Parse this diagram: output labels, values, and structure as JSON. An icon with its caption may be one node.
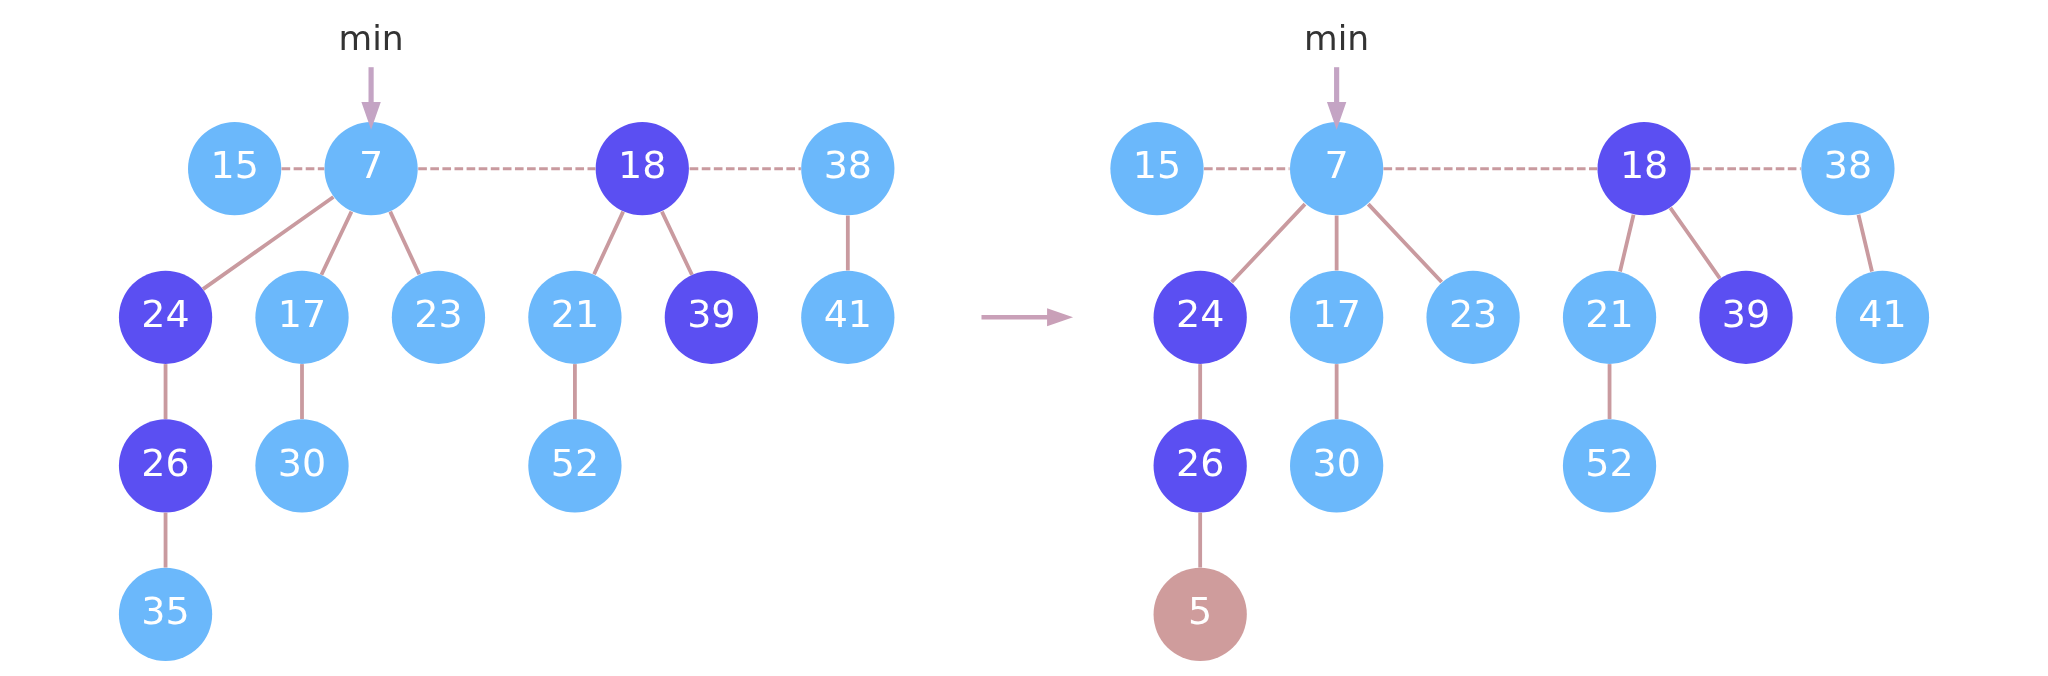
{
  "diagram": {
    "nodes": [
      {
        "text": [
          "min"
        ]
      },
      {
        "text": [
          "15"
        ]
      },
      {
        "text": [
          "7"
        ]
      },
      {
        "text": [
          "18"
        ]
      },
      {
        "text": [
          "38"
        ]
      },
      {
        "text": [
          "24"
        ]
      },
      {
        "text": [
          "17"
        ]
      },
      {
        "text": [
          "23"
        ]
      },
      {
        "text": [
          "21"
        ]
      },
      {
        "text": [
          "39"
        ]
      },
      {
        "text": [
          "41"
        ]
      },
      {
        "text": [
          "26"
        ]
      },
      {
        "text": [
          "30"
        ]
      },
      {
        "text": [
          "52"
        ]
      },
      {
        "text": [
          "35"
        ]
      },
      {
        "text": [
          "min"
        ]
      },
      {
        "text": [
          "15"
        ]
      },
      {
        "text": [
          "7"
        ]
      },
      {
        "text": [
          "18"
        ]
      },
      {
        "text": [
          "38"
        ]
      },
      {
        "text": [
          "24"
        ]
      },
      {
        "text": [
          "17"
        ]
      },
      {
        "text": [
          "23"
        ]
      },
      {
        "text": [
          "21"
        ]
      },
      {
        "text": [
          "39"
        ]
      },
      {
        "text": [
          "41"
        ]
      },
      {
        "text": [
          "26"
        ]
      },
      {
        "text": [
          "30"
        ]
      },
      {
        "text": [
          "52"
        ]
      },
      {
        "text": [
          "5"
        ]
      }
    ],
    "edges": [
      {
        "from": 0,
        "to": 2,
        "arrow": "to",
        "color": "#c4a4c4"
      },
      {
        "from": 1,
        "to": 2,
        "arrow": "none",
        "style": "dashed"
      },
      {
        "from": 2,
        "to": 3,
        "arrow": "none",
        "style": "dashed"
      },
      {
        "from": 3,
        "to": 4,
        "arrow": "none",
        "style": "dashed"
      },
      {
        "from": 2,
        "to": 5,
        "arrow": "none"
      },
      {
        "from": 2,
        "to": 6,
        "arrow": "none"
      },
      {
        "from": 2,
        "to": 7,
        "arrow": "none"
      },
      {
        "from": 3,
        "to": 8,
        "arrow": "none"
      },
      {
        "from": 3,
        "to": 9,
        "arrow": "none"
      },
      {
        "from": 4,
        "to": 10,
        "arrow": "none"
      },
      {
        "from": 5,
        "to": 11,
        "arrow": "none"
      },
      {
        "from": 6,
        "to": 12,
        "arrow": "none"
      },
      {
        "from": 8,
        "to": 13,
        "arrow": "none"
      },
      {
        "from": 11,
        "to": 14,
        "arrow": "none"
      },
      {
        "from": 15,
        "to": 17,
        "arrow": "to",
        "color": "#c4a4c4"
      },
      {
        "from": 16,
        "to": 17,
        "arrow": "none",
        "style": "dashed"
      },
      {
        "from": 17,
        "to": 18,
        "arrow": "none",
        "style": "dashed"
      },
      {
        "from": 18,
        "to": 19,
        "arrow": "none",
        "style": "dashed"
      },
      {
        "from": 17,
        "to": 20,
        "arrow": "none"
      },
      {
        "from": 17,
        "to": 21,
        "arrow": "none"
      },
      {
        "from": 17,
        "to": 22,
        "arrow": "none"
      },
      {
        "from": 18,
        "to": 23,
        "arrow": "none"
      },
      {
        "from": 18,
        "to": 24,
        "arrow": "none"
      },
      {
        "from": 19,
        "to": 25,
        "arrow": "none"
      },
      {
        "from": 20,
        "to": 26,
        "arrow": "none"
      },
      {
        "from": 21,
        "to": 27,
        "arrow": "none"
      },
      {
        "from": 23,
        "to": 28,
        "arrow": "none"
      },
      {
        "from": 26,
        "to": 29,
        "arrow": "none"
      }
    ]
  }
}
